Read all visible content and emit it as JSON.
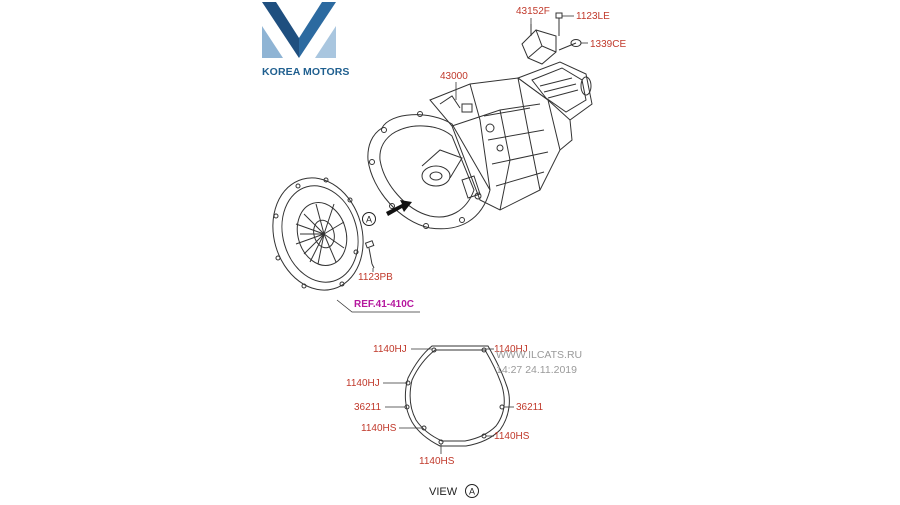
{
  "logo": {
    "brand_text": "KOREA MOTORS",
    "color_dark": "#1f4f7f",
    "color_light": "#8fb4d4"
  },
  "parts": {
    "bracket": "43152F",
    "bolt_top": "1123LE",
    "nut_top": "1339CE",
    "transmission": "43000",
    "bolt_clutch": "1123PB",
    "reference": "REF.41-410C"
  },
  "view": {
    "title": "VIEW",
    "marker": "A",
    "labels": {
      "top_left": "1140HJ",
      "top_right": "1140HJ",
      "mid_left": "1140HJ",
      "left_36211": "36211",
      "right_36211": "36211",
      "left_1140hs": "1140HS",
      "right_1140hs": "1140HS",
      "bottom_1140hs": "1140HS"
    }
  },
  "watermark": {
    "line1": "WWW.ILCATS.RU",
    "line2": "14:27 24.11.2019"
  },
  "colors": {
    "label": "#c0392b",
    "reference": "#b5179e",
    "line": "#333333"
  }
}
